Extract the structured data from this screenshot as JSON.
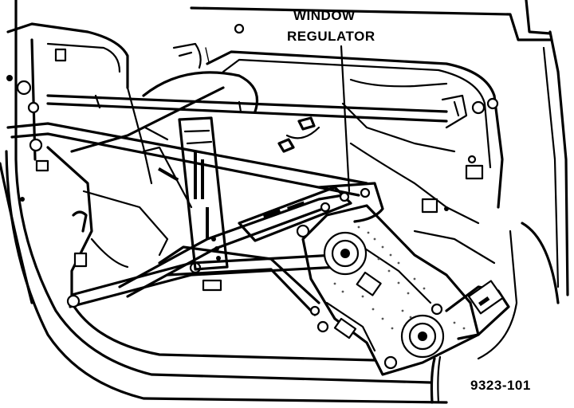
{
  "callout": {
    "line1": "WINDOW",
    "line2": "REGULATOR"
  },
  "figure_id": "9323-101",
  "colors": {
    "ink": "#000000",
    "paper": "#ffffff"
  }
}
